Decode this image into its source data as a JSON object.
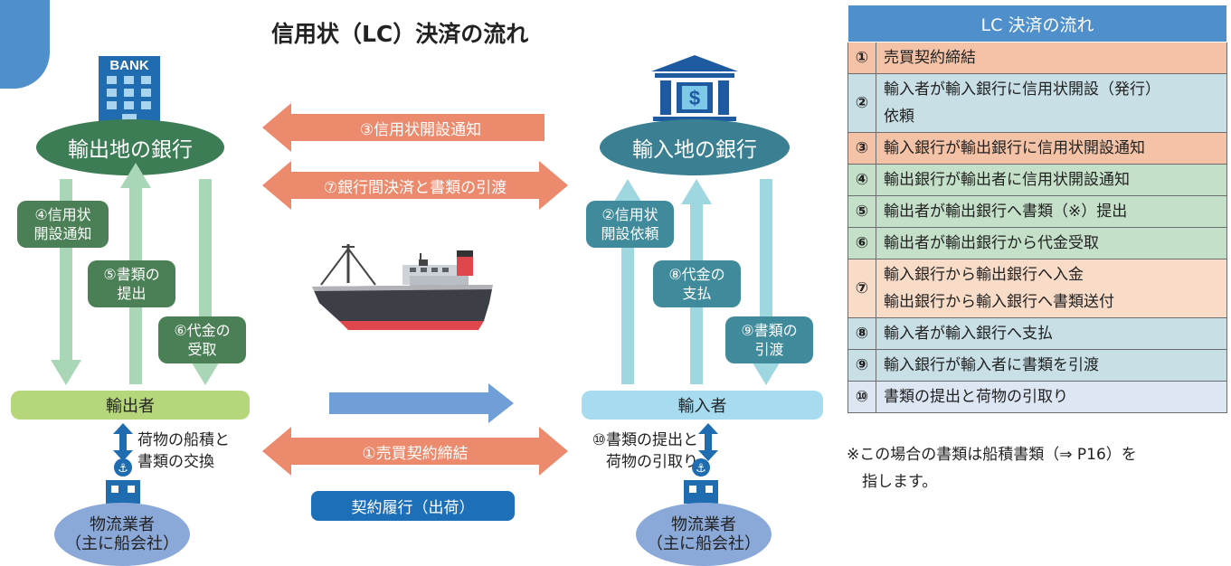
{
  "title": "信用状（LC）決済の流れ",
  "banks": {
    "export": {
      "label": "輸出地の銀行",
      "sign": "BANK"
    },
    "import": {
      "label": "輸入地の銀行"
    }
  },
  "horizontal_arrows": {
    "lc_notice": "③信用状開設通知",
    "settlement": "⑦銀行間決済と書類の引渡",
    "contract": "①売買契約締結"
  },
  "vertical_labels": {
    "export_lc_notice": "④信用状\n開設通知",
    "submit_docs": "⑤書類の\n提出",
    "receive_payment": "⑥代金の\n受取",
    "import_lc_request": "②信用状\n開設依頼",
    "payment": "⑧代金の\n支払",
    "deliver_docs": "⑨書類の\n引渡"
  },
  "parties": {
    "exporter": "輸出者",
    "importer": "輸入者"
  },
  "logistics": {
    "export_side": "物流業者\n（主に船会社）",
    "import_side": "物流業者\n（主に船会社）",
    "export_action": "荷物の船積と\n書類の交換",
    "import_action": "⑩書類の提出と\n荷物の引取り"
  },
  "contract_execution": "契約履行（出荷）",
  "table": {
    "header": "LC 決済の流れ",
    "rows": [
      {
        "num": "①",
        "text": "売買契約締結",
        "color": "#f4c2a6"
      },
      {
        "num": "②",
        "text": "輸入者が輸入銀行に信用状開設（発行）\n依頼",
        "color": "#c7dfe5"
      },
      {
        "num": "③",
        "text": "輸入銀行が輸出銀行に信用状開設通知",
        "color": "#f4c2a6"
      },
      {
        "num": "④",
        "text": "輸出銀行が輸出者に信用状開設通知",
        "color": "#c5e0c8"
      },
      {
        "num": "⑤",
        "text": "輸出者が輸出銀行へ書類（※）提出",
        "color": "#c5e0c8"
      },
      {
        "num": "⑥",
        "text": "輸出者が輸出銀行から代金受取",
        "color": "#c5e0c8"
      },
      {
        "num": "⑦",
        "text": "輸入銀行から輸出銀行へ入金\n輸出銀行から輸入銀行へ書類送付",
        "color": "#f8dcc8"
      },
      {
        "num": "⑧",
        "text": "輸入者が輸入銀行へ支払",
        "color": "#c7dfe5"
      },
      {
        "num": "⑨",
        "text": "輸入銀行が輸入者に書類を引渡",
        "color": "#c7dfe5"
      },
      {
        "num": "⑩",
        "text": "書類の提出と荷物の引取り",
        "color": "#dde6f3"
      }
    ]
  },
  "note": "※この場合の書類は船積書類（⇒ P16）を\n　指します。",
  "colors": {
    "salmon_arrow": "#ec8a6d",
    "export_green": "#4b7f55",
    "light_green_arrow": "#a9d6b6",
    "import_teal": "#3f8a9b",
    "light_teal_arrow": "#9fd7e0",
    "exporter_bar": "#b5d67a",
    "importer_bar": "#a7dcf0",
    "blue_arrow": "#6f9fd6"
  }
}
